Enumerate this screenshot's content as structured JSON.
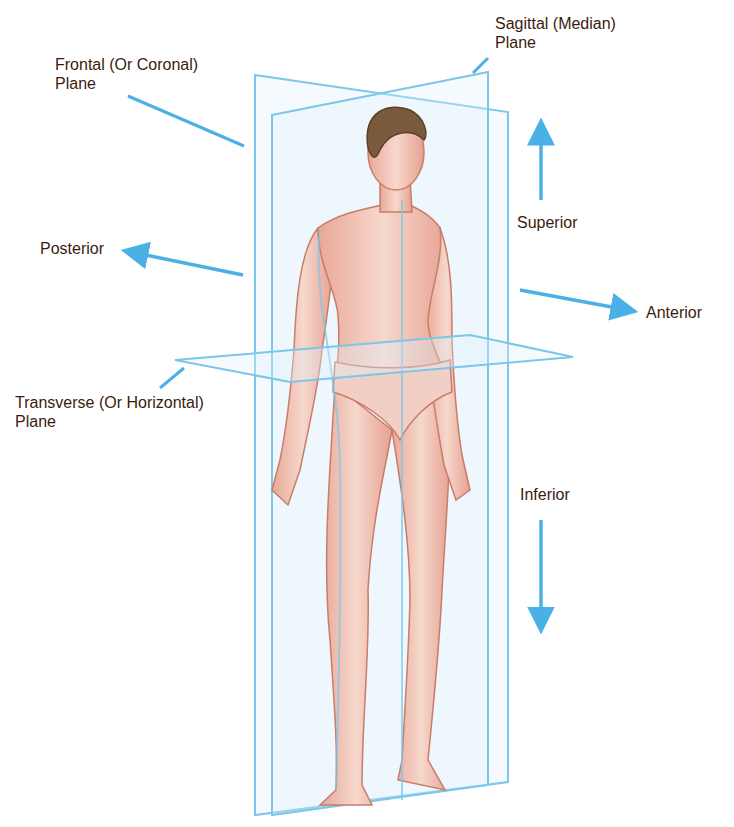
{
  "diagram": {
    "labels": [
      "Frontal (Or Coronal) Plane",
      "Sagittal (Median) Plane",
      "Posterior",
      "Superior",
      "Anterior",
      "Transverse (Or Horizontal) Plane",
      "Inferior"
    ]
  }
}
